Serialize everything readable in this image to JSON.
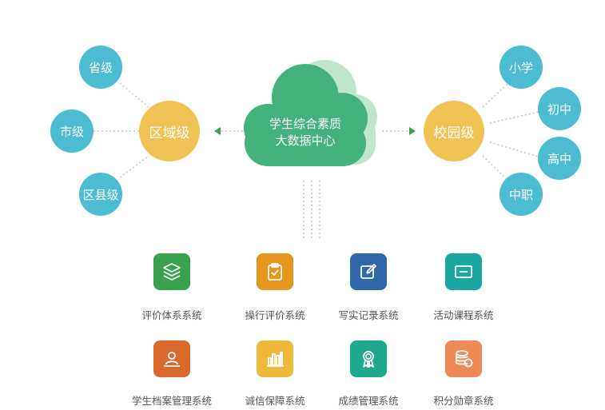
{
  "cloud": {
    "line1": "学生综合素质",
    "line2": "大数据中心"
  },
  "region": {
    "label": "区域级",
    "children": [
      "省级",
      "市级",
      "区县级"
    ]
  },
  "campus": {
    "label": "校园级",
    "children": [
      "小学",
      "初中",
      "高中",
      "中职"
    ]
  },
  "systems": [
    {
      "label": "评价体系系统",
      "icon": "layers-icon",
      "color": "#3aa14f"
    },
    {
      "label": "操行评价系统",
      "icon": "clipboard-check-icon",
      "color": "#e7951f"
    },
    {
      "label": "写实记录系统",
      "icon": "edit-icon",
      "color": "#2f67a8"
    },
    {
      "label": "活动课程系统",
      "icon": "screen-icon",
      "color": "#1ca7a3"
    },
    {
      "label": "学生档案管理系统",
      "icon": "student-profile-icon",
      "color": "#da6a2c"
    },
    {
      "label": "诚信保障系统",
      "icon": "bar-chart-icon",
      "color": "#f0b83b"
    },
    {
      "label": "成绩管理系统",
      "icon": "award-icon",
      "color": "#1ea88c"
    },
    {
      "label": "积分勋章系统",
      "icon": "coins-icon",
      "color": "#ef8a58"
    }
  ],
  "colors": {
    "cloud": "#45b27d",
    "cloud_back": "#bfe6cc",
    "small_node": "#4cbcd2",
    "big_node": "#f0c253",
    "arrow": "#3aa14f"
  }
}
